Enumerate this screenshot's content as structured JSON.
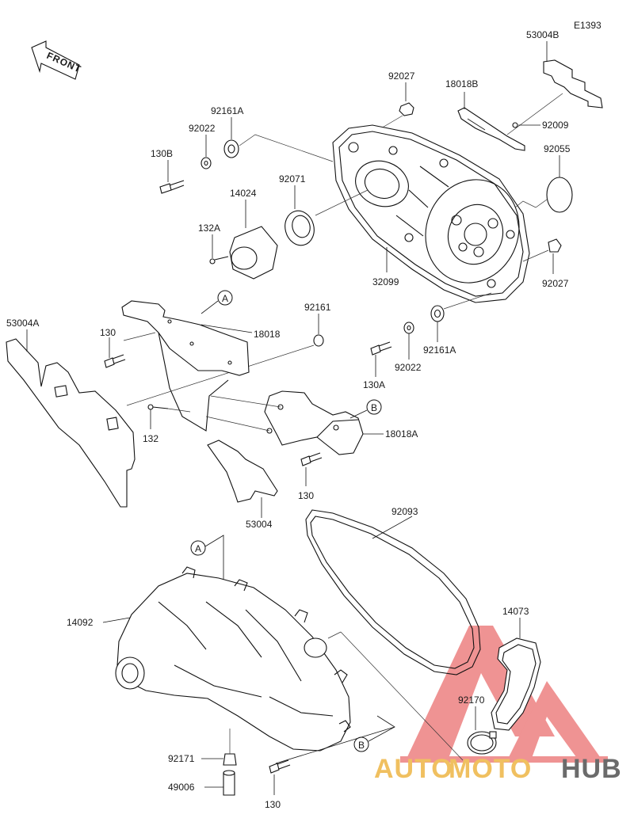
{
  "diagram_code": "E1393",
  "front_label": "FRONT",
  "callouts": [
    "A",
    "B"
  ],
  "parts": {
    "p53004B": "53004B",
    "p18018B": "18018B",
    "p92027_top": "92027",
    "p92009": "92009",
    "p92055": "92055",
    "p92161A_top": "92161A",
    "p92022_top": "92022",
    "p130B": "130B",
    "p92071": "92071",
    "p14024": "14024",
    "p132A": "132A",
    "p32099": "32099",
    "p92027_right": "92027",
    "p92161": "92161",
    "p18018": "18018",
    "p53004A": "53004A",
    "p130_left": "130",
    "p132": "132",
    "p92161A_mid": "92161A",
    "p92022_mid": "92022",
    "p130A": "130A",
    "p18018A": "18018A",
    "p130_mid": "130",
    "p53004": "53004",
    "p92093": "92093",
    "p14092": "14092",
    "p14073": "14073",
    "p92170": "92170",
    "p92171": "92171",
    "p49006": "49006",
    "p130_bottom": "130"
  },
  "watermark": {
    "part1": "AUTO",
    "part2": "MOTO",
    "part3": "HUB"
  },
  "colors": {
    "line": "#111111",
    "watermark_red": "#e23b3b",
    "watermark_gold": "#f0c060",
    "watermark_gray": "#6b6b6b"
  }
}
